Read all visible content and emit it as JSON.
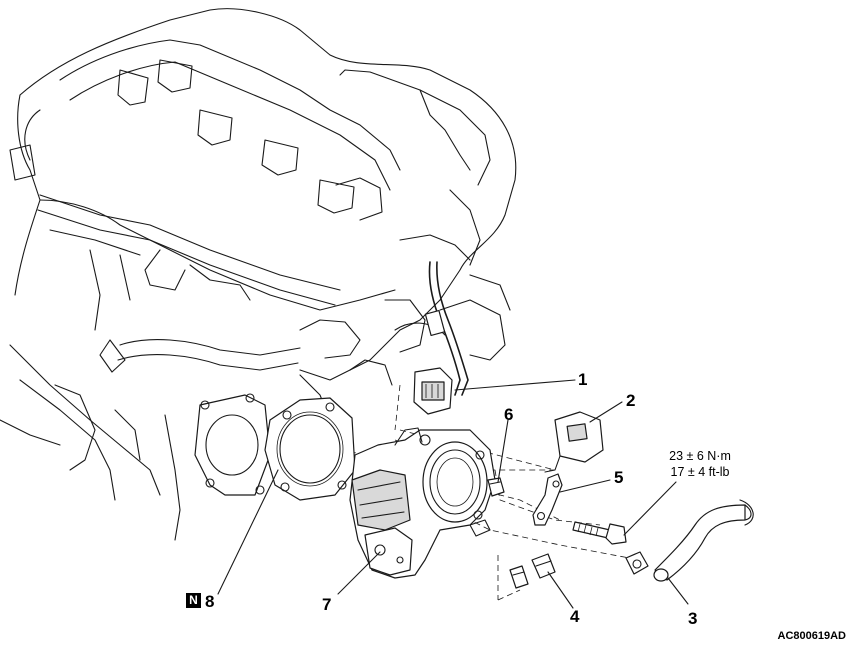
{
  "callouts": {
    "c1": "1",
    "c2": "2",
    "c3": "3",
    "c4": "4",
    "c5": "5",
    "c6": "6",
    "c7": "7",
    "c8": "8"
  },
  "badge": "N",
  "torque": {
    "metric": "23 ± 6 N·m",
    "imperial": "17 ± 4 ft-lb"
  },
  "figure_code": "AC800619AD"
}
